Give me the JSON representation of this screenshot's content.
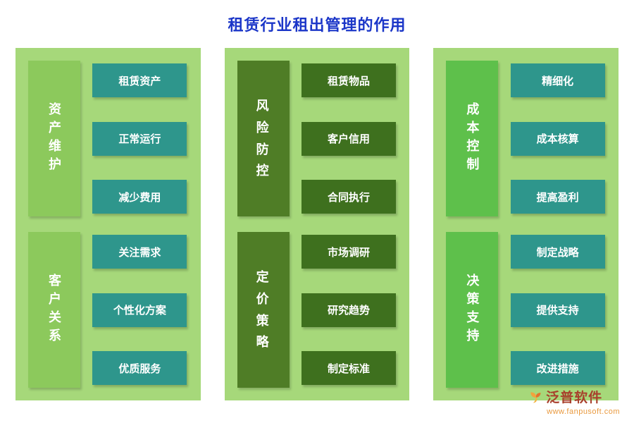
{
  "title": "租赁行业租出管理的作用",
  "columns": [
    {
      "groups": [
        {
          "label": "资产维护",
          "items": [
            "租赁资产",
            "正常运行",
            "减少费用"
          ]
        },
        {
          "label": "客户关系",
          "items": [
            "关注需求",
            "个性化方案",
            "优质服务"
          ]
        }
      ]
    },
    {
      "groups": [
        {
          "label": "风险防控",
          "items": [
            "租赁物品",
            "客户信用",
            "合同执行"
          ]
        },
        {
          "label": "定价策略",
          "items": [
            "市场调研",
            "研究趋势",
            "制定标准"
          ]
        }
      ]
    },
    {
      "groups": [
        {
          "label": "成本控制",
          "items": [
            "精细化",
            "成本核算",
            "提高盈利"
          ]
        },
        {
          "label": "决策支持",
          "items": [
            "制定战略",
            "提供支持",
            "改进措施"
          ]
        }
      ]
    }
  ],
  "colors": {
    "title": "#1b36c8",
    "panel_bg": "#a6d87a",
    "light_label_bg": "#8cc95c",
    "right_label_bg": "#5ec04b",
    "teal_item_bg": "#2e968c",
    "dark_label_bg": "#4f7d26",
    "dark_item_bg": "#3e701e",
    "brand_text": "#a8402c",
    "url_text": "#e9993e"
  },
  "footer": {
    "brand": "泛普软件",
    "url": "www.fanpusoft.com"
  }
}
